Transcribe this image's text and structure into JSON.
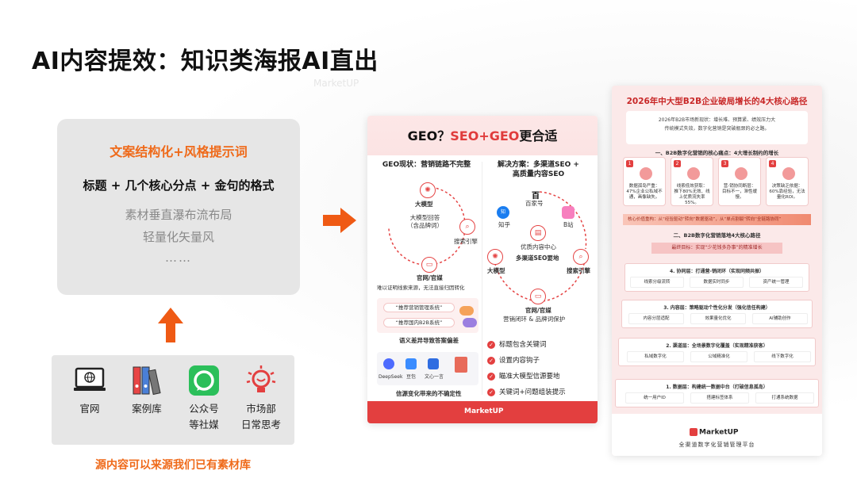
{
  "page": {
    "title": "AI内容提效：知识类海报AI直出",
    "watermark": "MarketUP",
    "colors": {
      "accent": "#ef6a1a",
      "red": "#e33f3f"
    }
  },
  "prompt_box": {
    "heading": "文案结构化+风格提示词",
    "line1": "标题 + 几个核心分点 + 金句的格式",
    "line2": "素材垂直瀑布流布局",
    "line3": "轻量化矢量风",
    "line4": "……"
  },
  "sources": {
    "items": [
      {
        "icon": "computer-globe-icon",
        "label": "官网"
      },
      {
        "icon": "binders-icon",
        "label": "案例库"
      },
      {
        "icon": "wechat-icon",
        "label": "公众号\n等社媒"
      },
      {
        "icon": "lightbulb-icon",
        "label": "市场部\n日常思考"
      }
    ],
    "footer": "源内容可以来源我们已有素材库"
  },
  "poster1": {
    "title_prefix": "GEO？",
    "title_red": "SEO+GEO",
    "title_suffix": "更合适",
    "col1": {
      "heading": "GEO现状：营销链路不完整",
      "nodes": {
        "model": "大模型",
        "answer": "大模型回答\n（含品牌词）",
        "search": "搜索引擎",
        "site": "官网/官媒"
      },
      "note": "难以证明线索来源，无法直接归因转化",
      "pill1": "“推荐营销管理系统”",
      "pill2": "“推荐国内B2B系统”",
      "caption1": "语义差异导致答案偏差",
      "tools": [
        "DeepSeek",
        "豆包",
        "文心一言"
      ],
      "caption2": "信源变化带来的不确定性"
    },
    "col2": {
      "heading": "解决方案：多渠道SEO +\n高质量内容SEO",
      "nodes": {
        "toutiao": "百家号",
        "zhihu": "知乎",
        "bilibili": "B站",
        "center": "优质内容中心",
        "geo": "多渠道SEO要地",
        "model": "大模型",
        "search": "搜索引擎",
        "site": "官网/官媒",
        "site_sub": "营销闭环 & 品牌词保护"
      },
      "checks": [
        "标题包含关键词",
        "设置内容钩子",
        "瞄准大模型信源要地",
        "关键词+问题组装提示"
      ]
    },
    "footer_logo": "MarketUP"
  },
  "poster2": {
    "title": "2026年中大型B2B企业破局增长的4大核心路径",
    "desc": "2026年B2B市场新现状：增长难、预算紧、绩效压力大\n传统模式失效，数字化营销是突破瓶颈的必之路。",
    "sec1": "一、B2B数字化营销的核心痛点：4大增长制约的增长",
    "cards": [
      {
        "n": "1",
        "text": "数据孤岛严重：\n47%企业公私域不通，画像缺失。"
      },
      {
        "n": "2",
        "text": "线索低效获取：\n推下80%无效、线上优质流失率55%。"
      },
      {
        "n": "3",
        "text": "营-销协同断层：\n目标不一，滞性缓慢。"
      },
      {
        "n": "4",
        "text": "决策缺乏依据：\n60%靠经验，无法量化ROI。"
      }
    ],
    "value_bar": "核心价值重构：从“经验驱动”转向“数据驱动”，从“单点割裂”转向“全链路协同”",
    "sec2": "二、B2B数字化营销落地4大核心路径",
    "goal": "最终目标：实现“少花钱多办事”的精准增长",
    "layers": [
      {
        "title": "4. 协同层：打通营-销闭环（实现同频共振）",
        "boxes": [
          "线索分级流转",
          "数据实时同步",
          "资产统一管理"
        ]
      },
      {
        "title": "3. 内容层：策略驱动个性化分发（强化信任构建）",
        "boxes": [
          "内容分层适配",
          "效果量化优化",
          "AI辅助创作"
        ]
      },
      {
        "title": "2. 渠道层：全场景数字化覆盖（实现精准获客）",
        "boxes": [
          "私域数字化",
          "公域精准化",
          "线下数字化"
        ]
      },
      {
        "title": "1. 数据层：构建统一数据中台（打破信息孤岛）",
        "boxes": [
          "统一用户ID",
          "搭建标签体系",
          "打通系统数据"
        ]
      }
    ],
    "logo": "MarketUP",
    "slogan": "全渠道数字化营销管理平台"
  }
}
